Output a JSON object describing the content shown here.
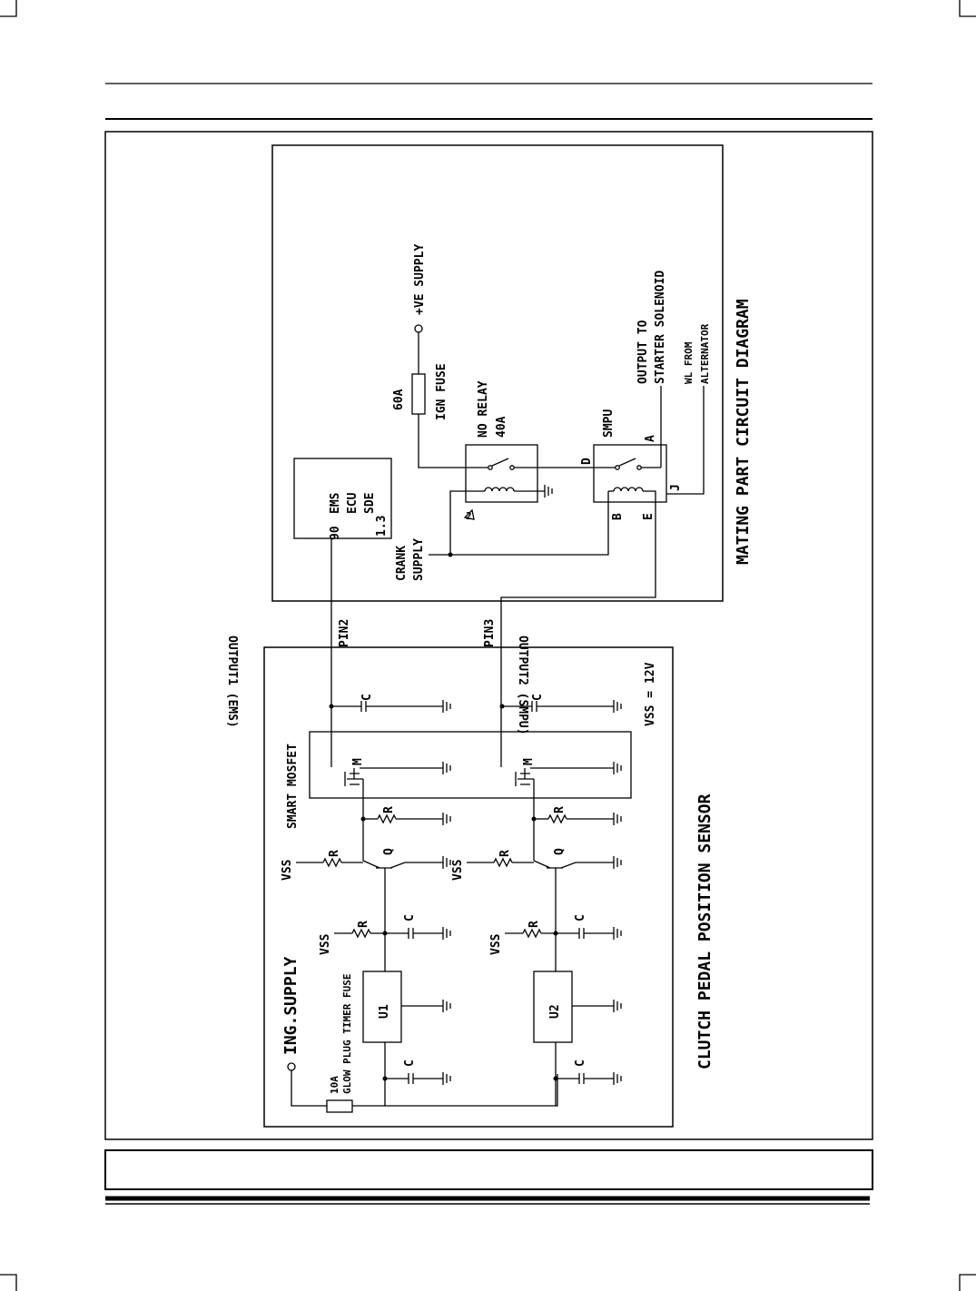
{
  "mating_part": {
    "title": "MATING PART CIRCUIT DIAGRAM",
    "supply": "+VE  SUPPLY",
    "fuse_rating": "60A",
    "fuse_name": "IGN FUSE",
    "relay_name": "NO RELAY",
    "relay_rating": "40A",
    "smpu": "SMPU",
    "pin_a": "A",
    "pin_b": "B",
    "pin_d": "D",
    "pin_e": "E",
    "pin_j": "J",
    "output_line1": "OUTPUT TO",
    "output_line2": "STARTER SOLENOID",
    "wl_line1": "WL FROM",
    "wl_line2": "ALTERNATOR",
    "ems1": "EMS",
    "ems2": "ECU",
    "ems3": "SDE",
    "ems_pin": "90",
    "ems_ver": "1.3",
    "crank1": "CRANK",
    "crank2": "SUPPLY",
    "relay_mark": "2"
  },
  "sensor": {
    "title": "CLUTCH PEDAL POSITION SENSOR",
    "output1": "OUTPUT1 (EMS)",
    "output2": "OUTPUT2 (SMPU)",
    "pin2": "PIN2",
    "pin3": "PIN3",
    "vss_eq": "VSS = 12V",
    "smart_mosfet": "SMART MOSFET",
    "ing_supply": "ING.SUPPLY",
    "fuse_rating": "10A",
    "fuse_name": "GLOW PLUG TIMER FUSE",
    "u1": "U1",
    "u2": "U2",
    "vss": "VSS",
    "r": "R",
    "c": "C",
    "q": "Q",
    "m": "M"
  }
}
